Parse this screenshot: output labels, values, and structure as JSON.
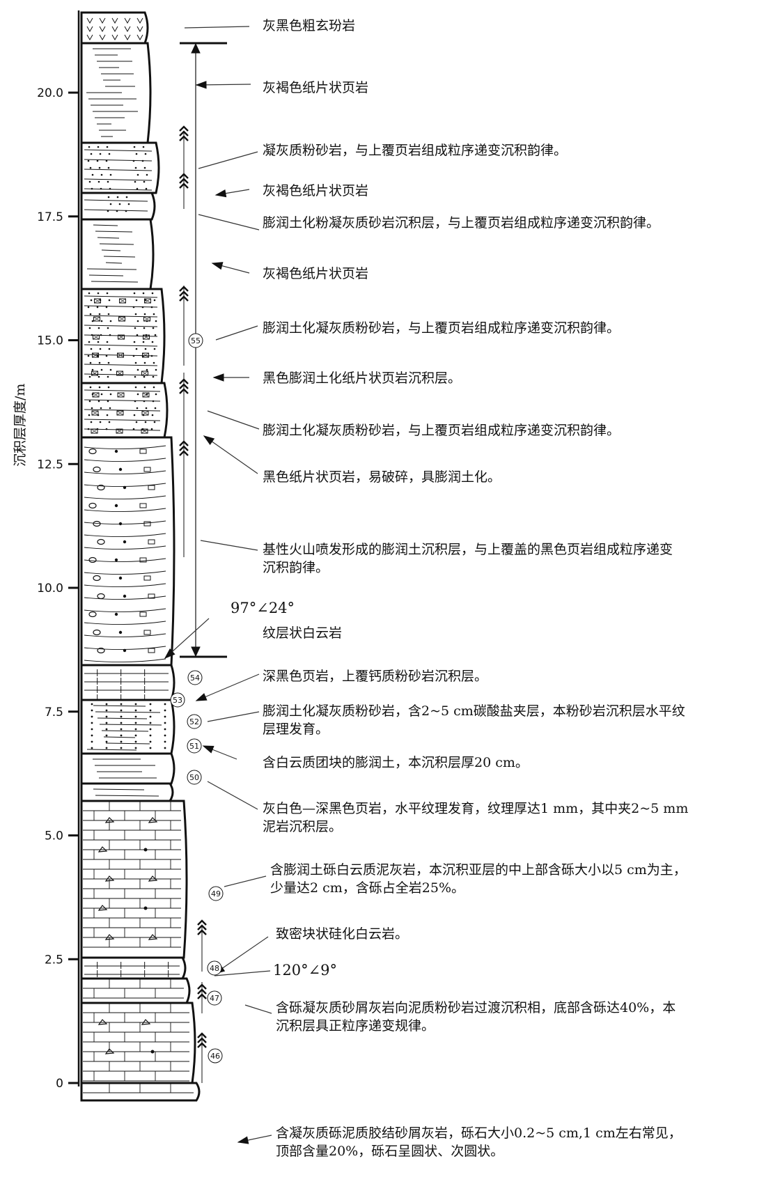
{
  "axis": {
    "label": "沉积层厚度/m",
    "ticks": [
      {
        "label": "20.0",
        "value": 20.0
      },
      {
        "label": "17.5",
        "value": 17.5
      },
      {
        "label": "15.0",
        "value": 15.0
      },
      {
        "label": "12.5",
        "value": 12.5
      },
      {
        "label": "10.0",
        "value": 10.0
      },
      {
        "label": "7.5",
        "value": 7.5
      },
      {
        "label": "5.0",
        "value": 5.0
      },
      {
        "label": "2.5",
        "value": 2.5
      },
      {
        "label": "0",
        "value": 0
      }
    ]
  },
  "angles": [
    "97°∠24°",
    "120°∠9°"
  ],
  "bed_numbers": [
    "55",
    "54",
    "53",
    "52",
    "51",
    "50",
    "49",
    "48",
    "47",
    "46"
  ],
  "annotations": [
    "灰黑色粗玄玢岩",
    "灰褐色纸片状页岩",
    "凝灰质粉砂岩，与上覆页岩组成粒序递变沉积韵律。",
    "灰褐色纸片状页岩",
    "膨润土化粉凝灰质砂岩沉积层，与上覆页岩组成粒序递变沉积韵律。",
    "灰褐色纸片状页岩",
    "膨润土化凝灰质粉砂岩，与上覆页岩组成粒序递变沉积韵律。",
    "黑色膨润土化纸片状页岩沉积层。",
    "膨润土化凝灰质粉砂岩，与上覆页岩组成粒序递变沉积韵律。",
    "黑色纸片状页岩，易破碎，具膨润土化。",
    "基性火山喷发形成的膨润土沉积层，与上覆盖的黑色页岩组成粒序递变沉积韵律。",
    "纹层状白云岩",
    "深黑色页岩，上覆钙质粉砂岩沉积层。",
    "膨润土化凝灰质粉砂岩，含2~5 cm碳酸盐夹层，本粉砂岩沉积层水平纹层理发育。",
    "含白云质团块的膨润土，本沉积层厚20 cm。",
    "灰白色—深黑色页岩，水平纹理发育，纹理厚达1 mm，其中夹2~5 mm泥岩沉积层。",
    "含膨润土砾白云质泥灰岩，本沉积亚层的中上部含砾大小以5 cm为主，少量达2 cm，含砾占全岩25%。",
    "致密块状硅化白云岩。",
    "含砾凝灰质砂屑灰岩向泥质粉砂岩过渡沉积相，底部含砾达40%，本沉积层具正粒序递变规律。",
    "含凝灰质砾泥质胶结砂屑灰岩，砾石大小0.2~5 cm,1 cm左右常见，顶部含量20%，砾石呈圆状、次圆状。"
  ]
}
